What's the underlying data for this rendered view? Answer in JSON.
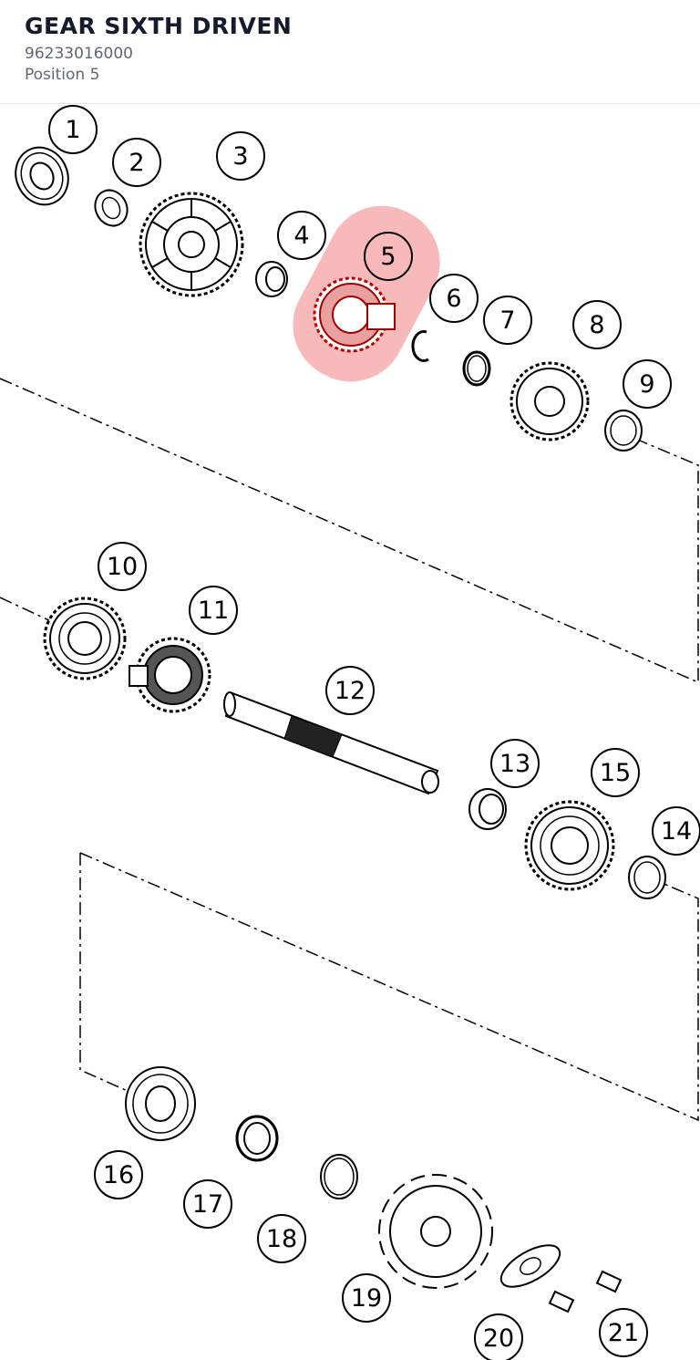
{
  "header": {
    "title": "GEAR SIXTH DRIVEN",
    "part_number": "96233016000",
    "position": "Position 5"
  },
  "diagram": {
    "highlight_color": "#f08080",
    "highlighted_position": "5",
    "callouts": [
      "1",
      "2",
      "3",
      "4",
      "5",
      "6",
      "7",
      "8",
      "9",
      "10",
      "11",
      "12",
      "13",
      "14",
      "15",
      "16",
      "17",
      "18",
      "19",
      "20",
      "21"
    ]
  }
}
